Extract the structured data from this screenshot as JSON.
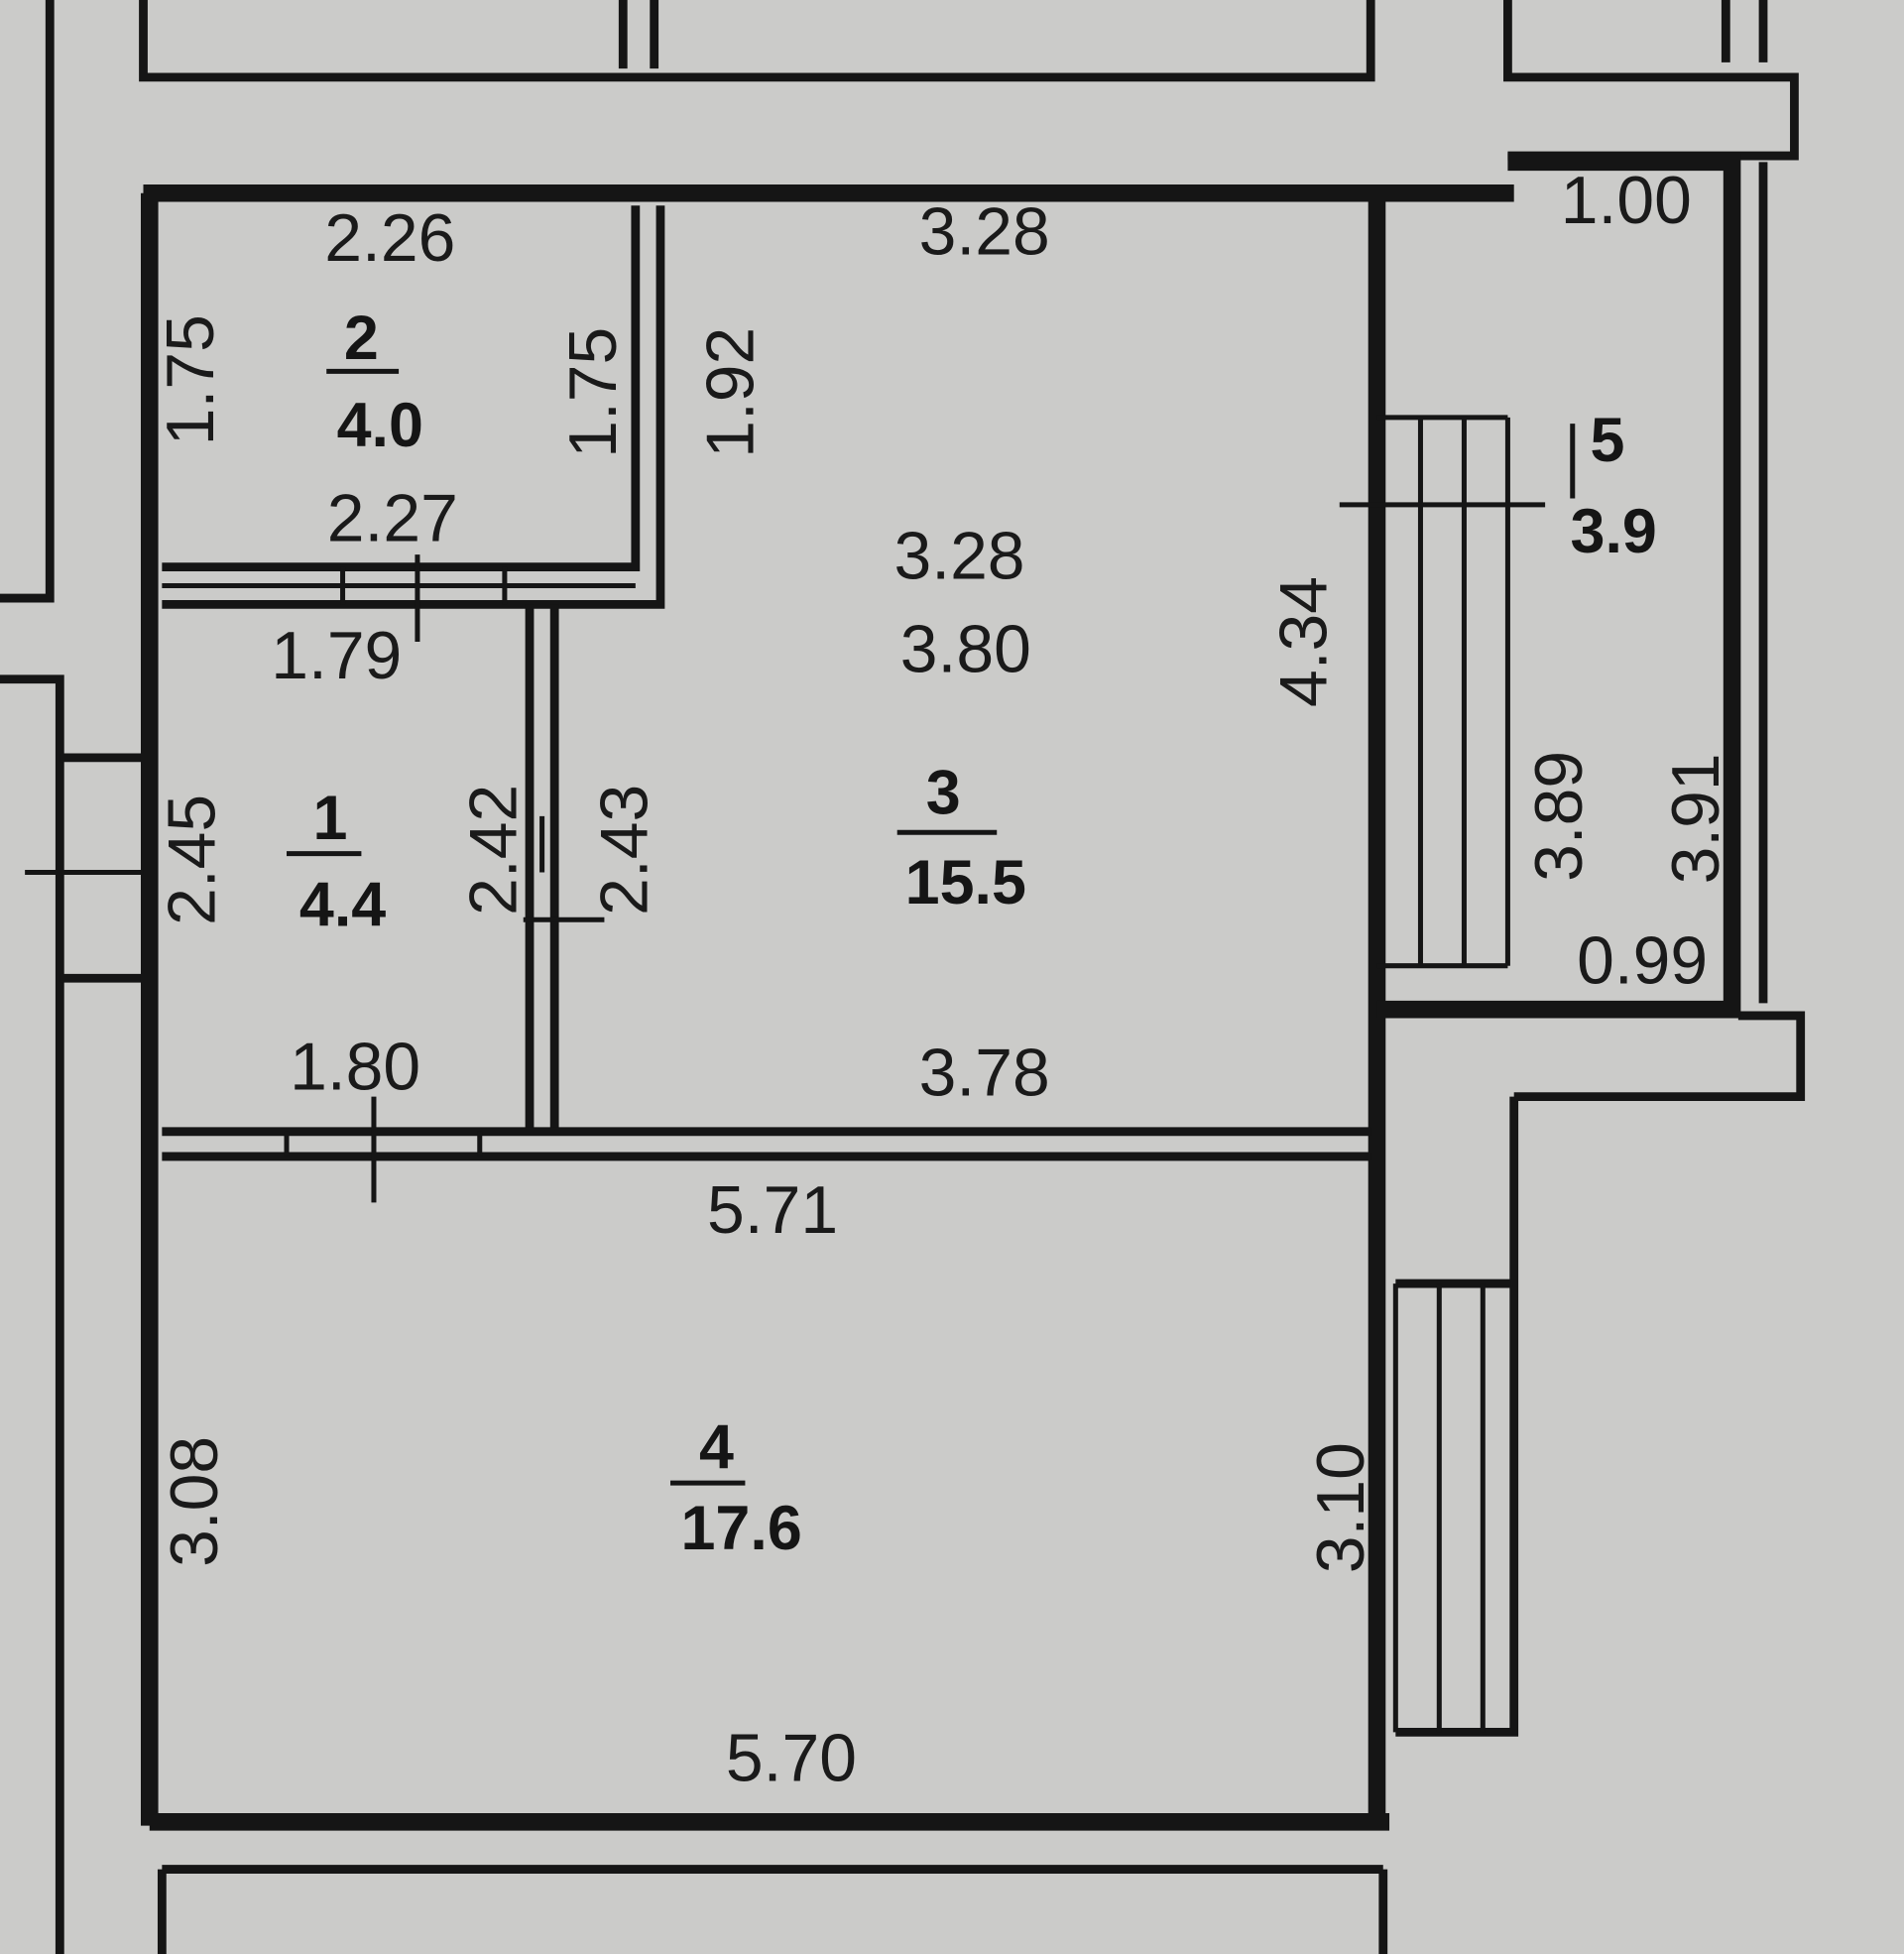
{
  "rooms": [
    {
      "number": "1",
      "area": "4.4"
    },
    {
      "number": "2",
      "area": "4.0"
    },
    {
      "number": "3",
      "area": "15.5"
    },
    {
      "number": "4",
      "area": "17.6"
    },
    {
      "number": "5",
      "area": "3.9"
    }
  ],
  "dimensions": {
    "r2_top": "2.26",
    "r2_left": "1.75",
    "r2_right": "1.75",
    "r2_bottom": "2.27",
    "r3_left_top": "1.92",
    "r3_top": "3.28",
    "r3_mid_w": "3.28",
    "r3_mid_w2": "3.80",
    "r3_right": "4.34",
    "r3_left": "2.43",
    "r3_bottom": "3.78",
    "r5_top": "1.00",
    "r5_left": "3.89",
    "r5_right": "3.91",
    "r5_bottom": "0.99",
    "r1_top": "1.79",
    "r1_left": "2.45",
    "r1_right": "2.42",
    "r1_bottom": "1.80",
    "r4_top": "5.71",
    "r4_left": "3.08",
    "r4_right": "3.10",
    "r4_bottom": "5.70"
  }
}
